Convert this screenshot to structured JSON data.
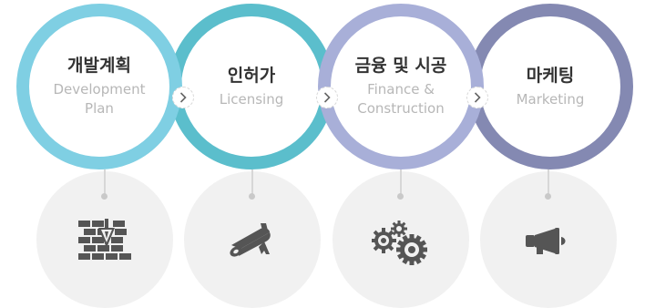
{
  "steps": [
    {
      "title": "개발계획",
      "subtitle_line1": "Development",
      "subtitle_line2": "Plan",
      "icon": "brick-wall-trowel-icon",
      "ring_color": "#7fcfe3"
    },
    {
      "title": "인허가",
      "subtitle_line1": "Licensing",
      "subtitle_line2": "",
      "icon": "rolled-diploma-icon",
      "ring_color": "#5bbecc"
    },
    {
      "title": "금융 및 시공",
      "subtitle_line1": "Finance &",
      "subtitle_line2": "Construction",
      "icon": "gears-icon",
      "ring_color": "#a8afd8"
    },
    {
      "title": "마케팅",
      "subtitle_line1": "Marketing",
      "subtitle_line2": "",
      "icon": "megaphone-icon",
      "ring_color": "#8489b2"
    }
  ],
  "arrow_icon": "chevron-right-icon",
  "colors": {
    "icon": "#555555",
    "icon_bg": "#f1f1f1",
    "title": "#333333",
    "subtitle": "#b7b7b7"
  }
}
